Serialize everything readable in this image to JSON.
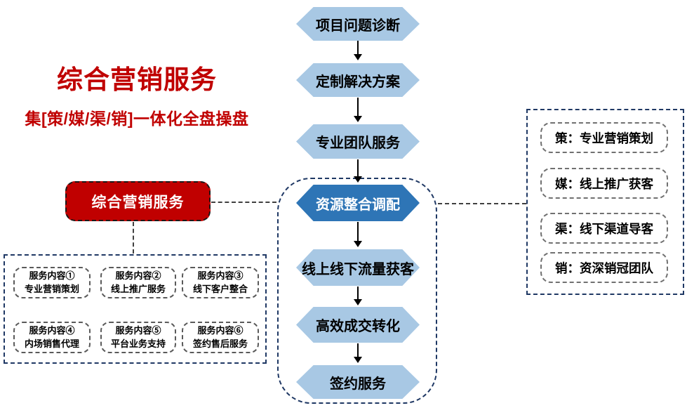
{
  "header": {
    "title": "综合营销服务",
    "subtitle": "集[策/媒/渠/销]一体化全盘操盘"
  },
  "left_label": {
    "text": "综合营销服务"
  },
  "flow": {
    "steps": [
      {
        "label": "项目问题诊断",
        "variant": "light"
      },
      {
        "label": "定制解决方案",
        "variant": "light"
      },
      {
        "label": "专业团队服务",
        "variant": "light"
      },
      {
        "label": "资源整合调配",
        "variant": "dark"
      },
      {
        "label": "线上线下流量获客",
        "variant": "light"
      },
      {
        "label": "高效成交转化",
        "variant": "light"
      },
      {
        "label": "签约服务",
        "variant": "light"
      }
    ]
  },
  "services": {
    "items": [
      {
        "line1": "服务内容①",
        "line2": "专业营销策划"
      },
      {
        "line1": "服务内容②",
        "line2": "线上推广服务"
      },
      {
        "line1": "服务内容③",
        "line2": "线下客户整合"
      },
      {
        "line1": "服务内容④",
        "line2": "内场销售代理"
      },
      {
        "line1": "服务内容⑤",
        "line2": "平台业务支持"
      },
      {
        "line1": "服务内容⑥",
        "line2": "签约售后服务"
      }
    ]
  },
  "pillars": {
    "items": [
      {
        "label": "策：专业营销策划"
      },
      {
        "label": "媒：线上推广获客"
      },
      {
        "label": "渠：线下渠道导客"
      },
      {
        "label": "销：资深销冠团队"
      }
    ]
  },
  "colors": {
    "accent_red": "#C00000",
    "hex_light": "#A8C8E4",
    "hex_dark": "#2E75B6",
    "panel_border": "#1F3864"
  }
}
